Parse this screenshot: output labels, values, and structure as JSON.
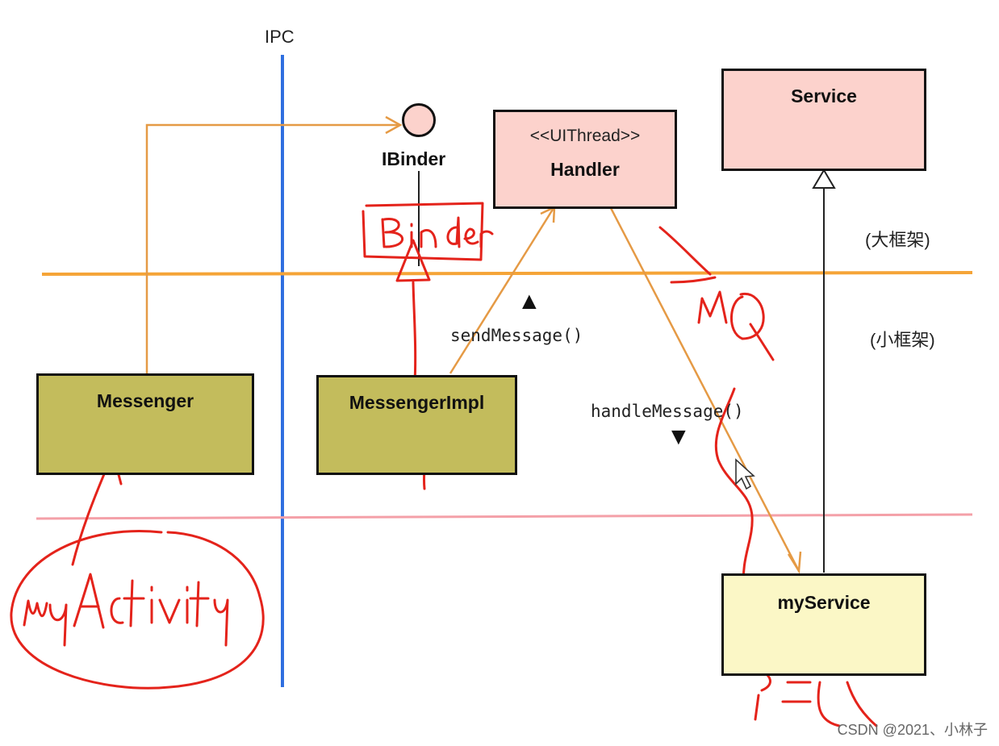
{
  "diagram": {
    "ipc_label": "IPC",
    "ibinder_label": "IBinder",
    "handler": {
      "stereotype": "<<UIThread>>",
      "name": "Handler"
    },
    "service": {
      "name": "Service"
    },
    "messenger": {
      "name": "Messenger"
    },
    "messenger_impl": {
      "name": "MessengerImpl"
    },
    "my_service": {
      "name": "myService"
    },
    "send_message_label": "sendMessage()",
    "handle_message_label": "handleMessage()",
    "big_framework_label": "(大框架)",
    "small_framework_label": "(小框架)",
    "handwritten_notes": {
      "binder": "Binder",
      "mq": "MQ",
      "my_activity": "myActivity"
    },
    "watermark": "CSDN @2021、小林子",
    "colors": {
      "ipc_line": "#2f6fe0",
      "framework_line": "#f5a437",
      "bottom_line": "#f4a0a8",
      "connector": "#e59a45",
      "handwriting": "#e4231b",
      "class_pink": "#fcd2cc",
      "class_olive": "#c3bc5c",
      "class_cream": "#fbf7c6"
    }
  }
}
